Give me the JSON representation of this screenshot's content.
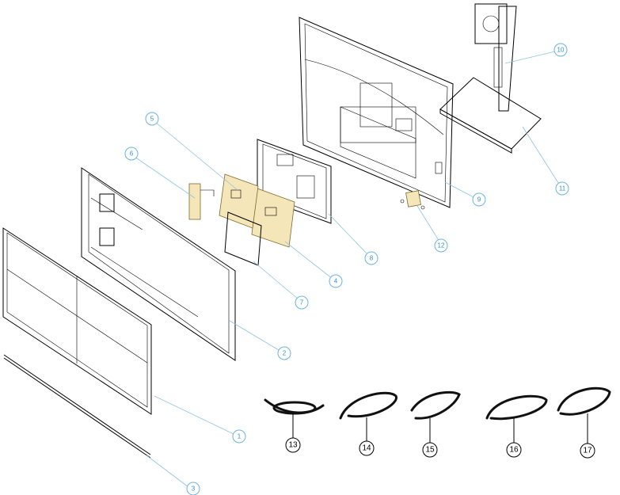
{
  "callouts": {
    "c1": "1",
    "c2": "2",
    "c3": "3",
    "c4": "4",
    "c5": "5",
    "c6": "6",
    "c7": "7",
    "c8": "8",
    "c9": "9",
    "c10": "10",
    "c11": "11",
    "c12": "12",
    "c13": "13",
    "c14": "14",
    "c15": "15",
    "c16": "16",
    "c17": "17"
  },
  "colors": {
    "callout_blue": "#6db3df",
    "callout_text_blue": "#2f8fcf",
    "line": "#000000",
    "board": "#f4e6b8"
  }
}
